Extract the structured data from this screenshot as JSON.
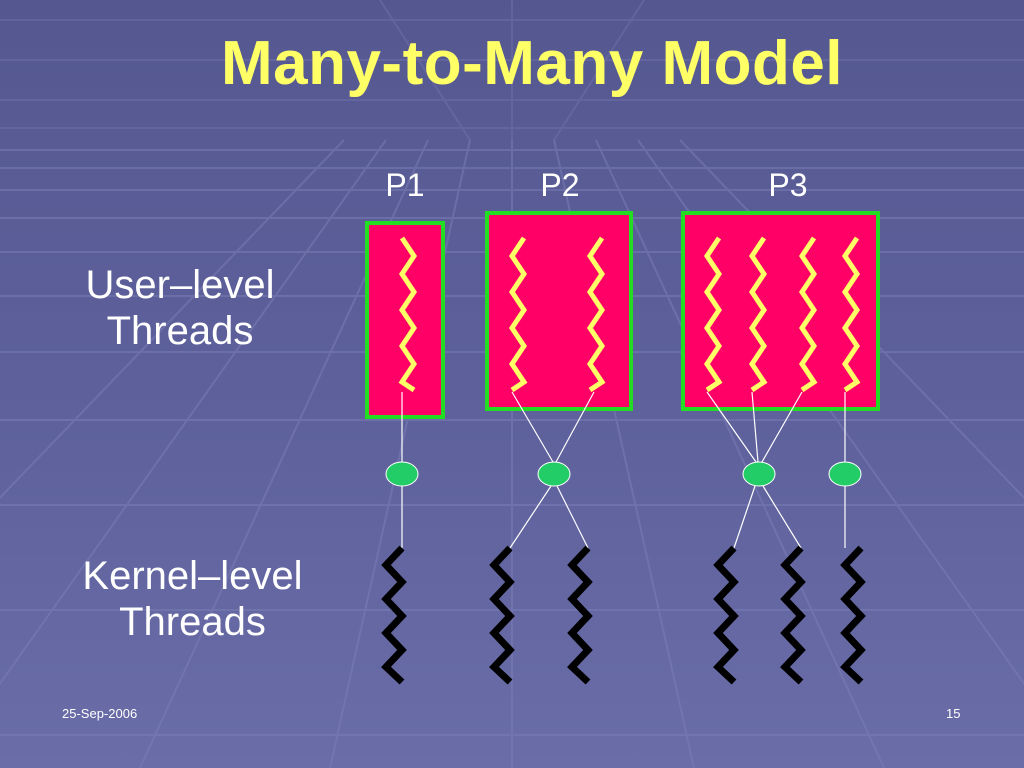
{
  "slide": {
    "title": "Many-to-Many Model",
    "user_label": [
      "User–level",
      "Threads"
    ],
    "kernel_label": [
      "Kernel–level",
      "Threads"
    ],
    "date": "25-Sep-2006",
    "page_number": "15"
  },
  "diagram": {
    "processes": [
      {
        "label": "P1",
        "user_threads": 1
      },
      {
        "label": "P2",
        "user_threads": 2
      },
      {
        "label": "P3",
        "user_threads": 4
      }
    ],
    "colors": {
      "process_fill": "#ff0066",
      "process_border": "#22dd22",
      "user_thread": "#ffff66",
      "lwp": "#22cc66",
      "kernel_thread": "#000000",
      "connector": "#ffffff",
      "title": "#ffff66"
    }
  }
}
